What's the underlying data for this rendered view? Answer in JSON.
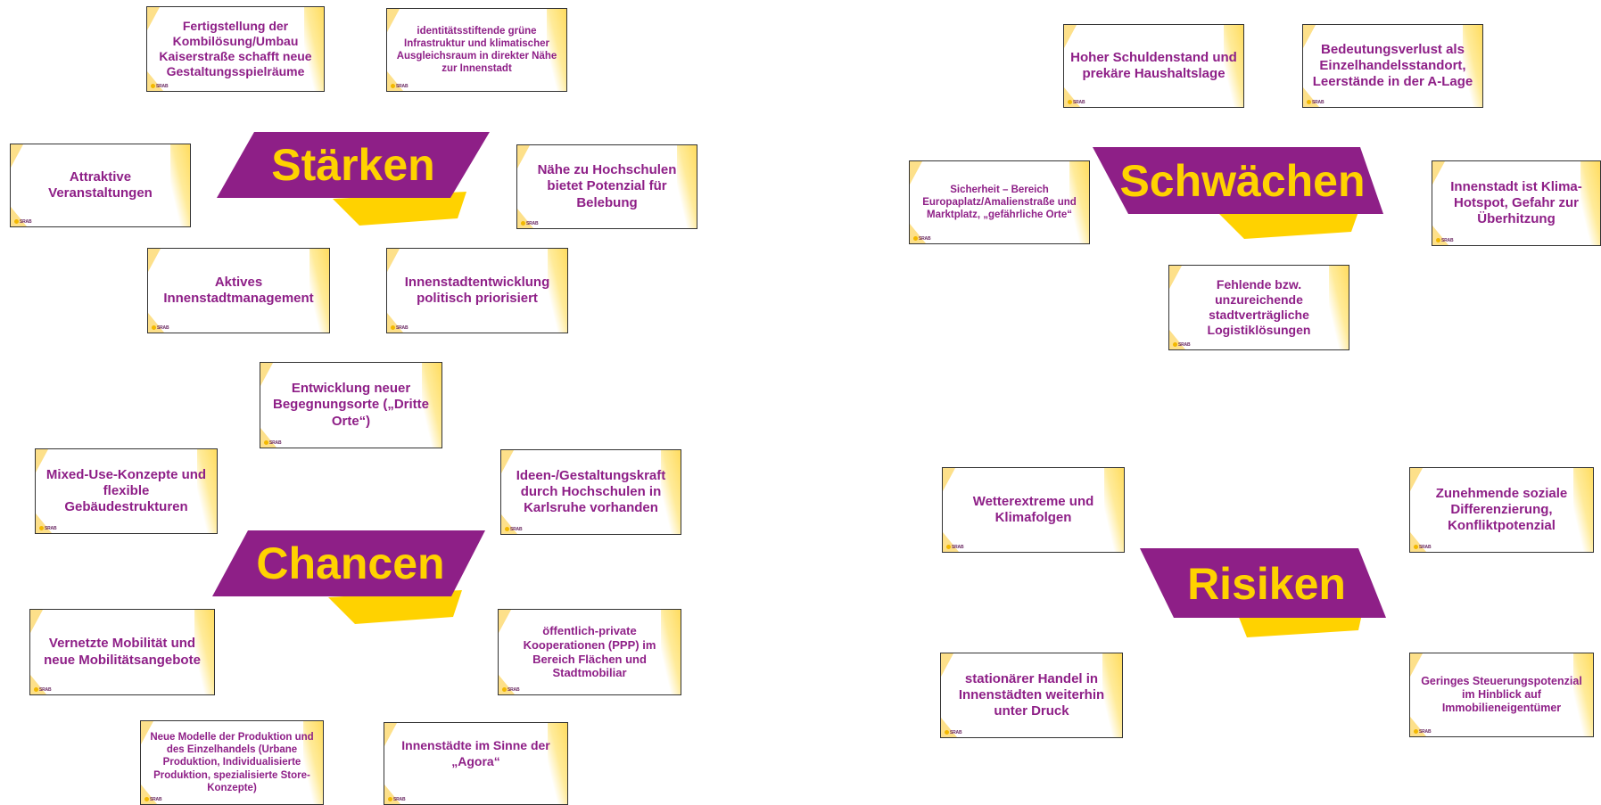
{
  "colors": {
    "banner": "#8e1f87",
    "banner_text": "#ffd200",
    "accent": "#ffd200",
    "card_text": "#8e1f87"
  },
  "logo_text": "SRAB",
  "sections": {
    "staerken": {
      "title": "Stärken",
      "cards": [
        "Fertigstellung der Kombilösung/Umbau Kaiserstraße schafft neue Gestaltungsspielräume",
        "identitätsstiftende grüne Infrastruktur und klimatischer Ausgleichsraum in direkter Nähe zur Innenstadt",
        "Attraktive Veranstaltungen",
        "Nähe zu Hochschulen bietet Potenzial für Belebung",
        "Aktives Innenstadtmanagement",
        "Innenstadtentwicklung politisch priorisiert"
      ]
    },
    "chancen": {
      "title": "Chancen",
      "cards": [
        "Entwicklung neuer Begegnungsorte („Dritte Orte“)",
        "Mixed-Use-Konzepte und flexible Gebäudestrukturen",
        "Ideen-/Gestaltungskraft durch Hochschulen in Karlsruhe vorhanden",
        "Vernetzte Mobilität und neue Mobilitätsangebote",
        "öffentlich-private Kooperationen (PPP) im Bereich Flächen und Stadtmobiliar",
        "Neue Modelle der Produktion und des Einzelhandels (Urbane Produktion, Individualisierte Produktion, spezialisierte Store-Konzepte)",
        "Innenstädte im Sinne der „Agora“"
      ]
    },
    "schwaechen": {
      "title": "Schwächen",
      "cards": [
        "Hoher Schuldenstand und prekäre Haushaltslage",
        "Bedeutungsverlust als Einzelhandelsstandort, Leerstände in der A-Lage",
        "Sicherheit – Bereich Europaplatz/Amalienstraße und Marktplatz, „gefährliche Orte“",
        "Innenstadt ist Klima-Hotspot, Gefahr zur Überhitzung",
        "Fehlende bzw. unzureichende stadtverträgliche Logistiklösungen"
      ]
    },
    "risiken": {
      "title": "Risiken",
      "cards": [
        "Wetterextreme und Klimafolgen",
        "Zunehmende soziale Differenzierung, Konfliktpotenzial",
        "stationärer Handel in Innenstädten weiterhin unter Druck",
        "Geringes Steuerungspotenzial im Hinblick auf Immobilieneigentümer"
      ]
    }
  }
}
